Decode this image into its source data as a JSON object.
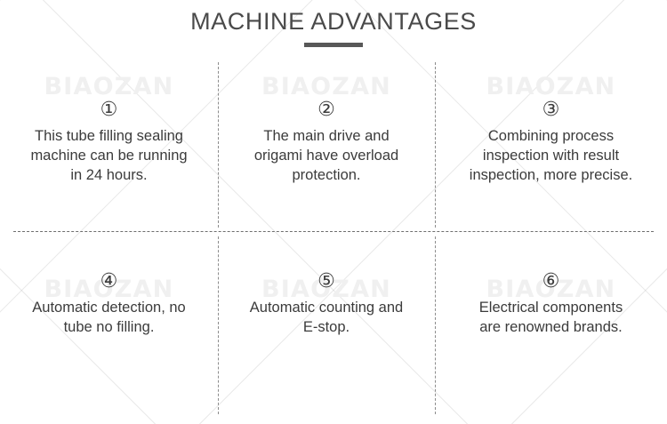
{
  "header": {
    "title": "MACHINE ADVANTAGES",
    "underline_color": "#585858"
  },
  "watermark": {
    "text": "BIAOZAN",
    "color": "#f0f0f0"
  },
  "colors": {
    "text": "#3b3b3b",
    "title": "#4a4a4a",
    "divider": "#8c8c8c",
    "background": "#ffffff"
  },
  "advantages": [
    {
      "badge": "①",
      "number": "1",
      "text": "This tube filling sealing\nmachine can be running\nin 24 hours."
    },
    {
      "badge": "②",
      "number": "2",
      "text": "The main drive and\norigami have overload\nprotection."
    },
    {
      "badge": "③",
      "number": "3",
      "text": "Combining process\ninspection with result\ninspection, more precise."
    },
    {
      "badge": "④",
      "number": "4",
      "text": "Automatic detection, no\ntube no filling."
    },
    {
      "badge": "⑤",
      "number": "5",
      "text": "Automatic counting and\nE-stop."
    },
    {
      "badge": "⑥",
      "number": "6",
      "text": "Electrical components\nare renowned brands."
    }
  ]
}
